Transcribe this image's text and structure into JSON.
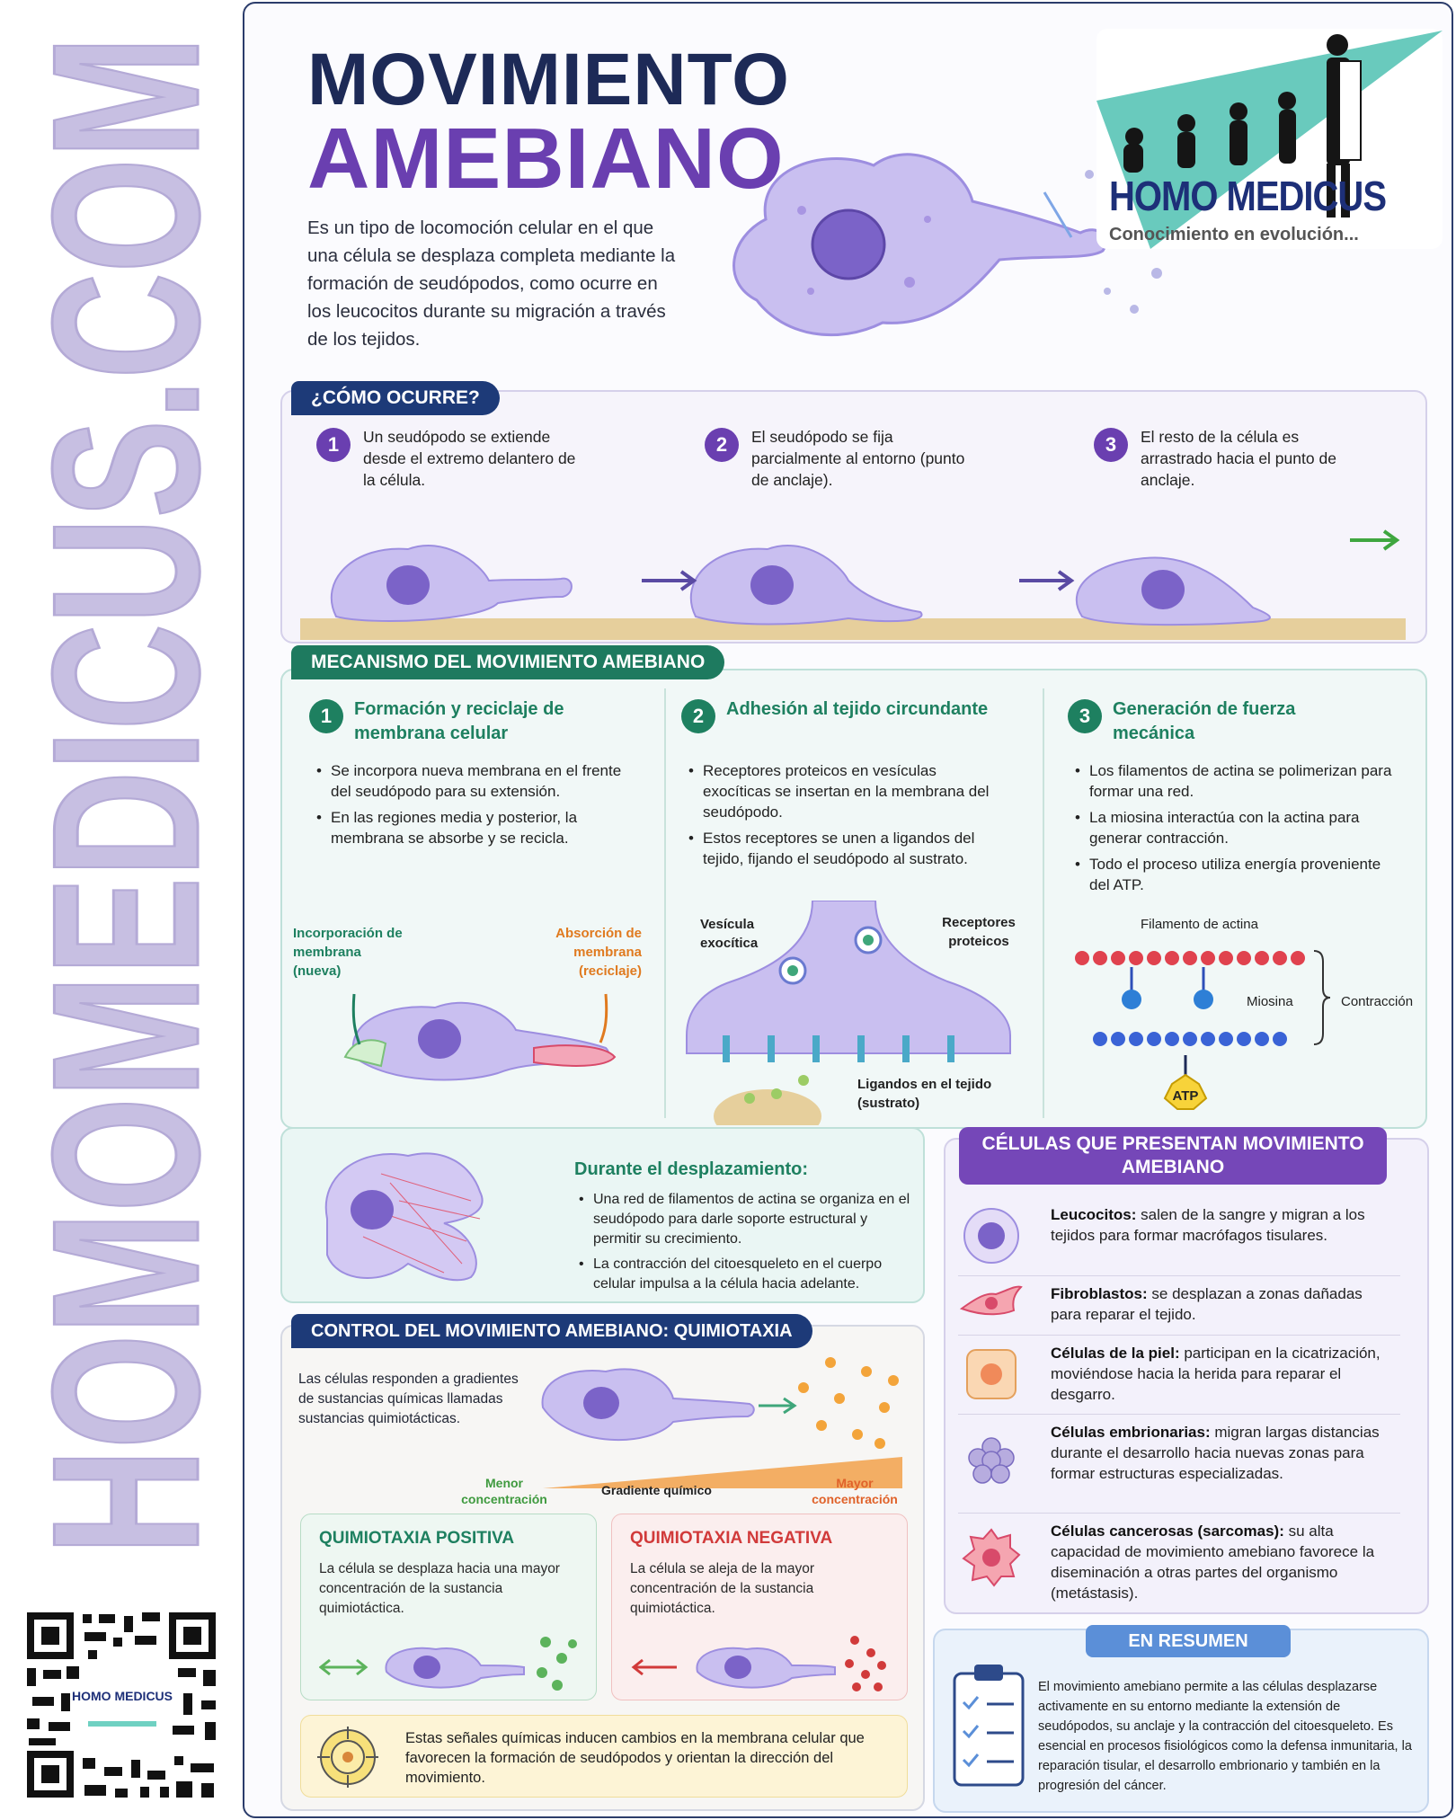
{
  "brand_side": {
    "text": "HOMOMEDICUS.COM",
    "qr_label": "HOMO MEDICUS"
  },
  "header": {
    "title_line1": "MOVIMIENTO",
    "title_line2": "AMEBIANO",
    "intro": "Es un tipo de locomoción celular en el que una célula se desplaza completa mediante la formación de seudópodos, como ocurre en los leucocitos durante su migración a través de los tejidos.",
    "logo_title": "HOMO MEDICUS",
    "logo_subtitle": "Conocimiento en evolución..."
  },
  "como": {
    "tab": "¿CÓMO OCURRE?",
    "steps": [
      {
        "num": "1",
        "text": "Un seudópodo se extiende desde el extremo delantero de la célula."
      },
      {
        "num": "2",
        "text": "El seudópodo se fija parcialmente al entorno (punto de anclaje)."
      },
      {
        "num": "3",
        "text": "El resto de la célula es arrastrado hacia el punto de anclaje."
      }
    ]
  },
  "mecanismo": {
    "tab": "MECANISMO DEL MOVIMIENTO AMEBIANO",
    "cols": [
      {
        "num": "1",
        "title": "Formación y reciclaje de membrana celular",
        "bullets": [
          "Se incorpora nueva membrana en el frente del seudópodo para su extensión.",
          "En las regiones media y posterior, la membrana se absorbe y se recicla."
        ],
        "label_a": "Incorporación de membrana (nueva)",
        "label_b": "Absorción de membrana (reciclaje)"
      },
      {
        "num": "2",
        "title": "Adhesión al tejido circundante",
        "bullets": [
          "Receptores proteicos en vesículas exocíticas se insertan en la membrana del seudópodo.",
          "Estos receptores se unen a ligandos del tejido, fijando el seudópodo al sustrato."
        ],
        "label_a": "Vesícula exocítica",
        "label_b": "Receptores proteicos",
        "label_c": "Ligandos en el tejido (sustrato)"
      },
      {
        "num": "3",
        "title": "Generación de fuerza mecánica",
        "bullets": [
          "Los filamentos de actina se polimerizan para formar una red.",
          "La miosina interactúa con la actina para generar contracción.",
          "Todo el proceso utiliza energía proveniente del ATP."
        ],
        "label_a": "Filamento de actina",
        "label_b": "Miosina",
        "label_c": "Contracción",
        "label_d": "ATP"
      }
    ]
  },
  "durante": {
    "title": "Durante el desplazamiento:",
    "bullets": [
      "Una red de filamentos de actina se organiza en el seudópodo para darle soporte estructural y permitir su crecimiento.",
      "La contracción del citoesqueleto en el cuerpo celular impulsa a la célula hacia adelante."
    ]
  },
  "celulas": {
    "tab": "CÉLULAS QUE PRESENTAN MOVIMIENTO AMEBIANO",
    "items": [
      {
        "name": "Leucocitos:",
        "desc": " salen de la sangre y migran a los tejidos para formar macrófagos tisulares."
      },
      {
        "name": "Fibroblastos:",
        "desc": " se desplazan a zonas dañadas para reparar el tejido."
      },
      {
        "name": "Células de la piel:",
        "desc": " participan en la cicatrización, moviéndose hacia la herida para reparar el desgarro."
      },
      {
        "name": "Células embrionarias:",
        "desc": " migran largas distancias durante el desarrollo hacia nuevas zonas para formar estructuras especializadas."
      },
      {
        "name": "Células cancerosas (sarcomas):",
        "desc": " su alta capacidad de movimiento amebiano favorece la diseminación a otras partes del organismo (metástasis)."
      }
    ]
  },
  "control": {
    "tab": "CONTROL DEL MOVIMIENTO AMEBIANO: QUIMIOTAXIA",
    "intro": "Las células responden a gradientes de sustancias químicas llamadas sustancias quimiotácticas.",
    "gradient_low": "Menor concentración",
    "gradient_mid": "Gradiente químico",
    "gradient_high": "Mayor concentración",
    "positive_title": "QUIMIOTAXIA POSITIVA",
    "positive_text": "La célula se desplaza hacia una mayor concentración de la sustancia quimiotáctica.",
    "negative_title": "QUIMIOTAXIA NEGATIVA",
    "negative_text": "La célula se aleja de la mayor concentración de la sustancia quimiotáctica.",
    "signals": "Estas señales químicas inducen cambios en la membrana celular que favorecen la formación de seudópodos y orientan la dirección del movimiento."
  },
  "resumen": {
    "tab": "EN RESUMEN",
    "text": "El movimiento amebiano permite a las células desplazarse activamente en su entorno mediante la extensión de seudópodos, su anclaje y la contracción del citoesqueleto. Es esencial en procesos fisiológicos como la defensa inmunitaria, la reparación tisular, el desarrollo embrionario y también en la progresión del cáncer."
  },
  "colors": {
    "navy": "#1d2a57",
    "purple": "#6a3fb0",
    "green": "#1e8060",
    "teal_bg": "#f1f8f7"
  }
}
